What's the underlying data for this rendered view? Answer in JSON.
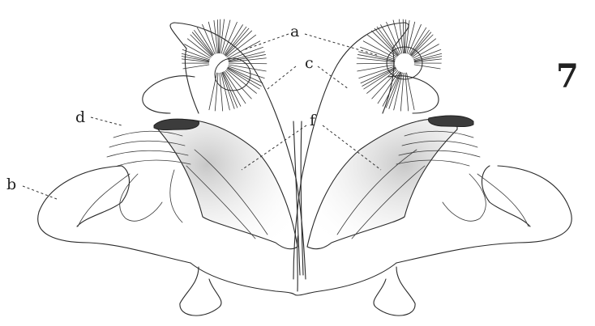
{
  "figure": {
    "number": "7",
    "labels": {
      "a": "a",
      "b": "b",
      "c": "c",
      "d": "d",
      "f": "f"
    }
  }
}
